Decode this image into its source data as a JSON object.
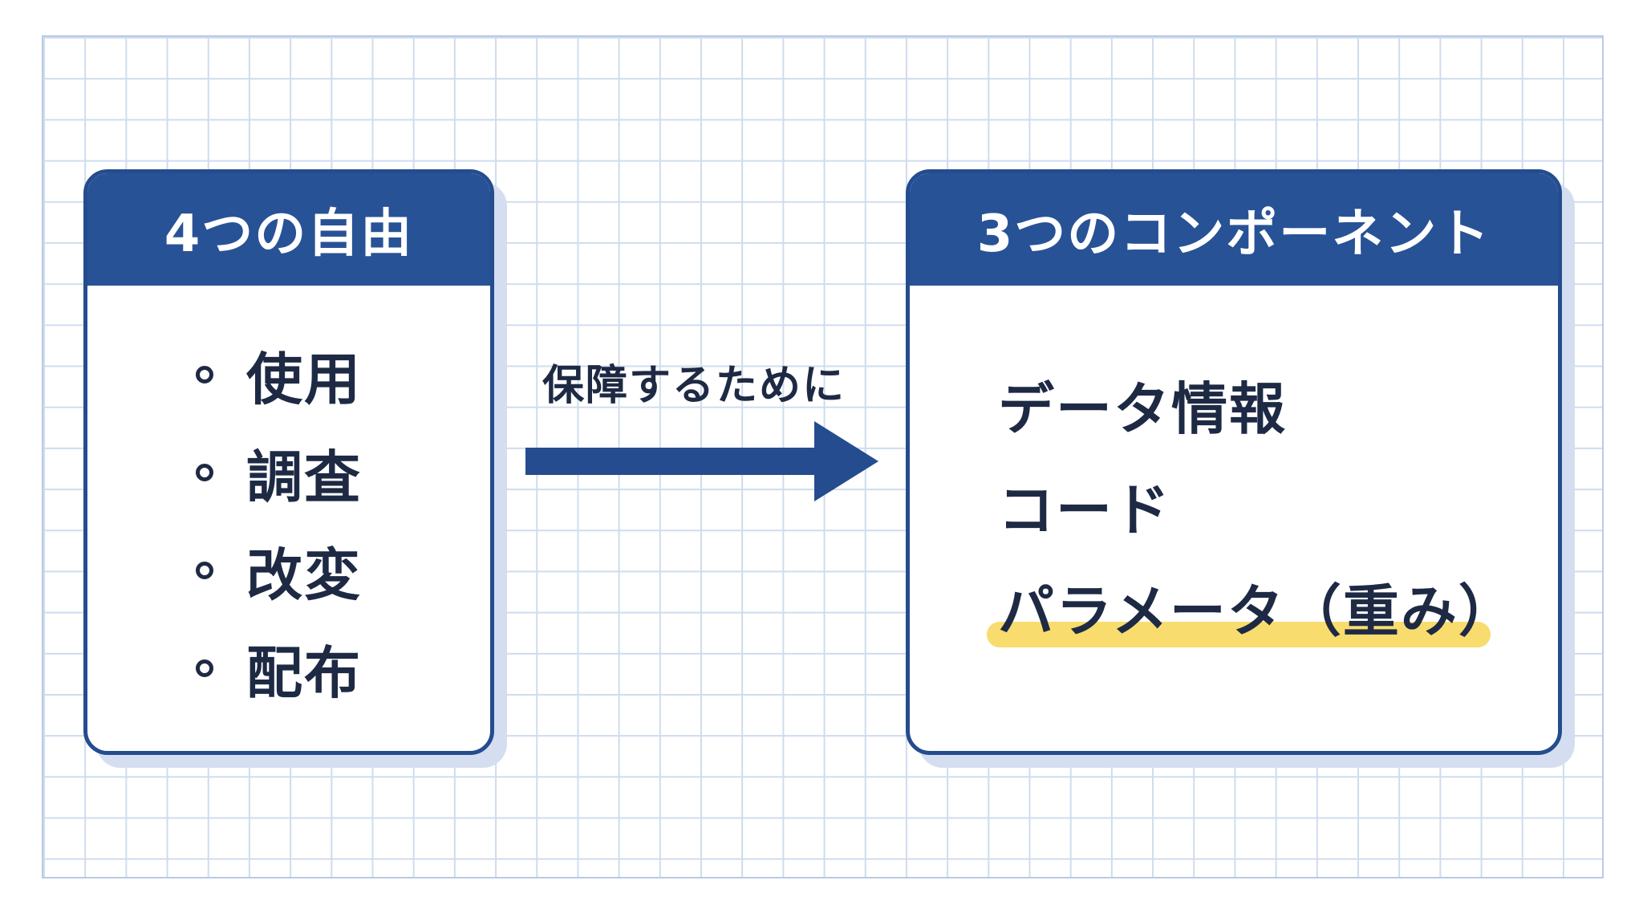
{
  "left_panel": {
    "title": "4つの自由",
    "items": [
      "使用",
      "調査",
      "改変",
      "配布"
    ]
  },
  "connector": {
    "label": "保障するために"
  },
  "right_panel": {
    "title": "3つのコンポーネント",
    "items": [
      "データ情報",
      "コード",
      "パラメータ（重み）"
    ],
    "highlighted_item_index": 2
  },
  "colors": {
    "header_blue": "#285296",
    "border_blue": "#244c8f",
    "text_dark": "#1e2a44",
    "highlight_yellow": "#f8dc6e",
    "grid_line": "#cfdcee"
  },
  "icons": {
    "bullet": "circle-outline-icon",
    "arrow": "right-arrow-icon"
  }
}
